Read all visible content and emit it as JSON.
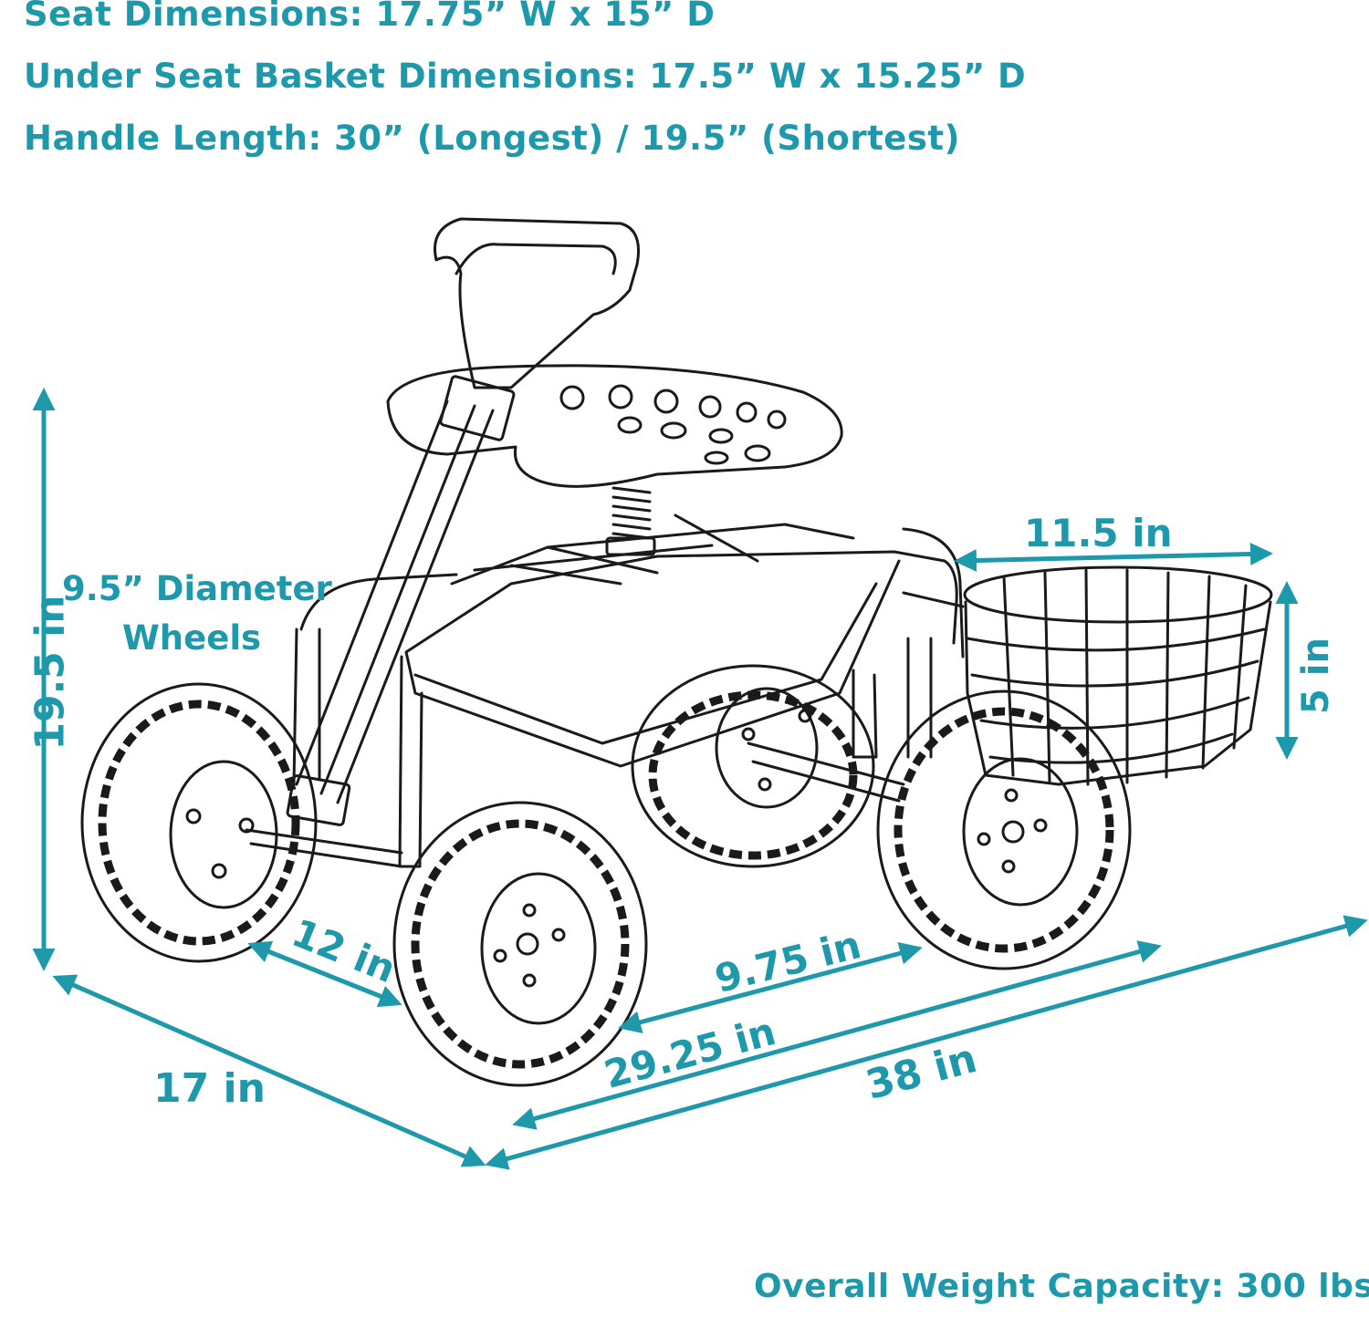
{
  "colors": {
    "accent": "#1e98ab",
    "line": "#1a1a1a"
  },
  "specs": {
    "seat": "Seat Dimensions: 17.75” W x 15” D",
    "basket": "Under Seat Basket Dimensions: 17.5” W x 15.25” D",
    "handle": "Handle Length: 30” (Longest) / 19.5” (Shortest)"
  },
  "dimensions": {
    "height": "19.5 in",
    "depth": "17 in",
    "wheel_gap": "12 in",
    "axle_gap": "9.75 in",
    "seat_length": "29.25 in",
    "overall_length": "38 in",
    "basket_width": "11.5 in",
    "basket_height": "5 in",
    "wheels_line1": "9.5” Diameter",
    "wheels_line2": "Wheels"
  },
  "capacity": "Overall Weight Capacity: 300 lbs"
}
